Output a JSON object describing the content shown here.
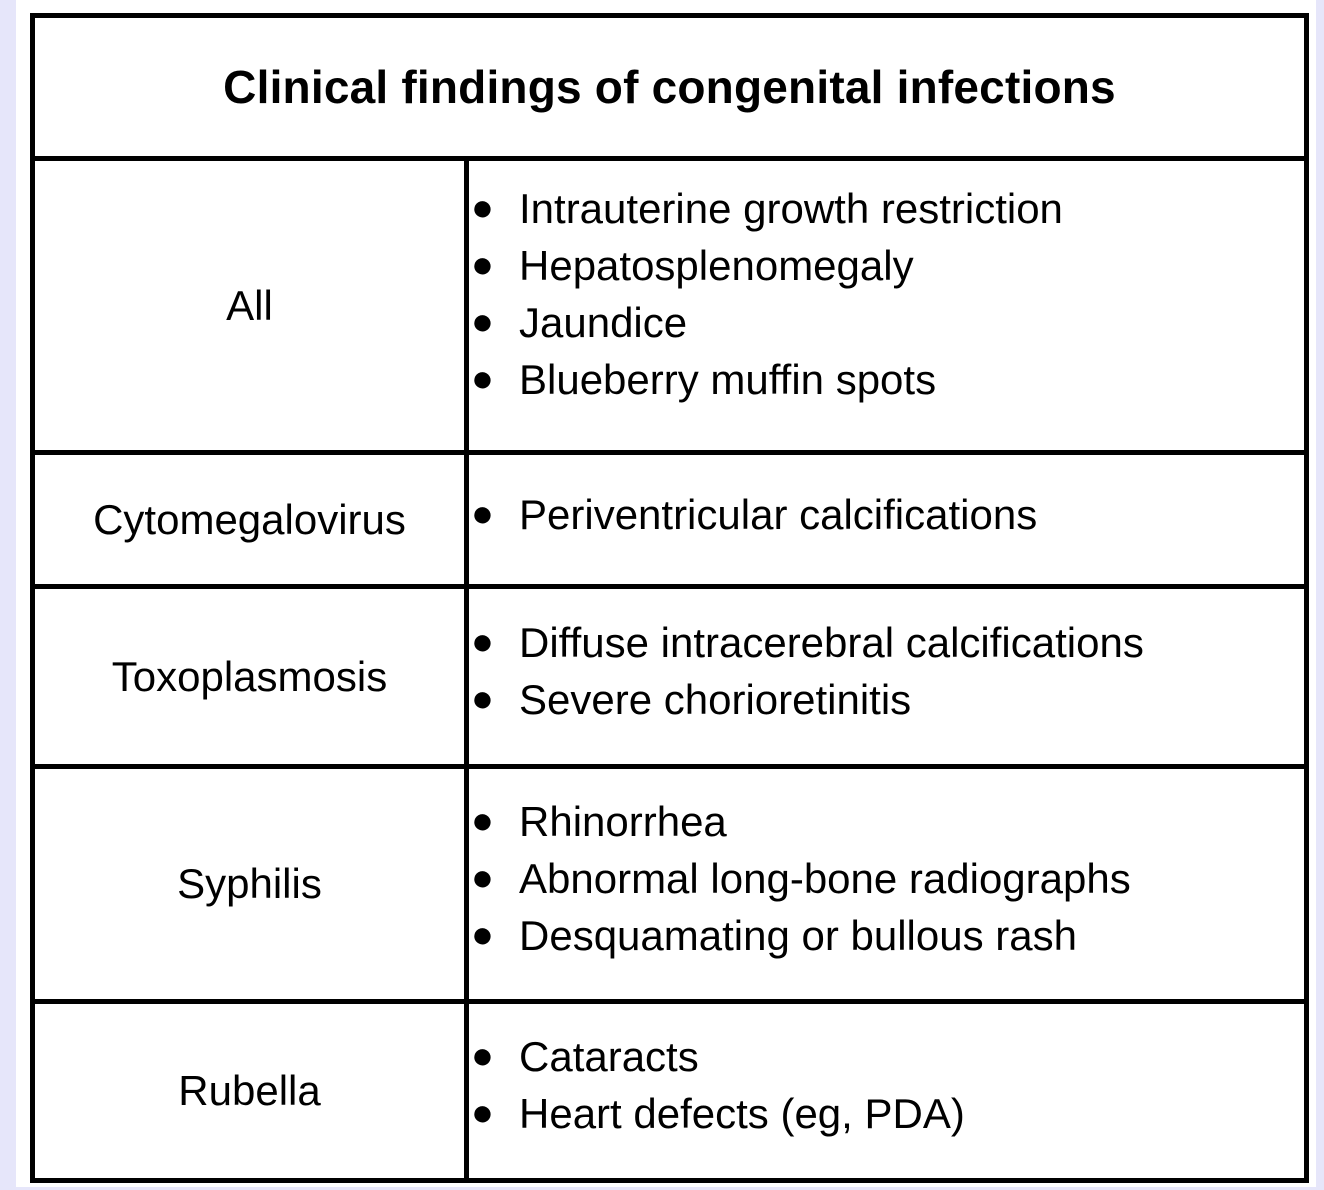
{
  "table": {
    "title": "Clinical findings of congenital infections",
    "rows": [
      {
        "infection": "All",
        "findings": [
          "Intrauterine growth restriction",
          "Hepatosplenomegaly",
          "Jaundice",
          "Blueberry muffin spots"
        ]
      },
      {
        "infection": "Cytomegalovirus",
        "findings": [
          "Periventricular calcifications"
        ]
      },
      {
        "infection": "Toxoplasmosis",
        "findings": [
          "Diffuse intracerebral calcifications",
          "Severe chorioretinitis"
        ]
      },
      {
        "infection": "Syphilis",
        "findings": [
          "Rhinorrhea",
          "Abnormal long-bone radiographs",
          "Desquamating or bullous rash"
        ]
      },
      {
        "infection": "Rubella",
        "findings": [
          "Cataracts",
          "Heart defects (eg, PDA)"
        ]
      }
    ]
  }
}
